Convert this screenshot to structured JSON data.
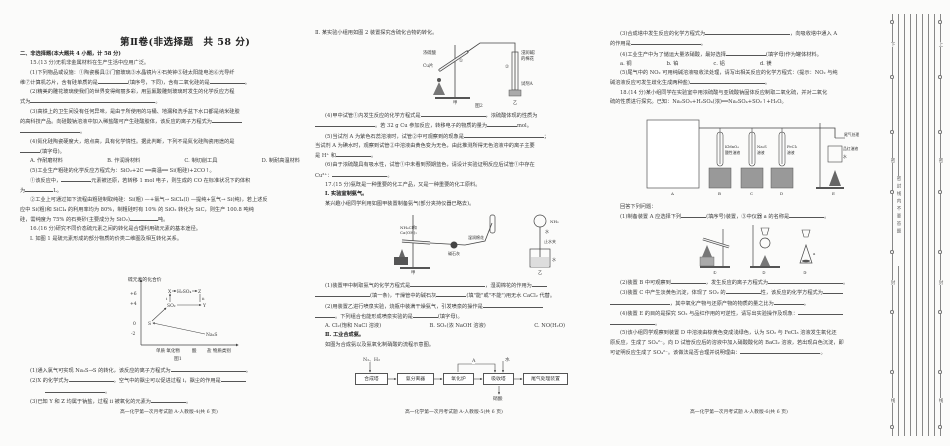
{
  "page4": {
    "section_title": "第Ⅱ卷(非选择题　共 58 分)",
    "section_heading": "二、非选择题(本大题共 4 小题，计 58 分)",
    "q15": {
      "stem": "15.(13 分)无机非金属材料在生产生活中应用广泛。",
      "p1_line1": "(1)下列物品或设施：①陶瓷餐具②门窗玻璃③水晶镜片④石英钟⑤硅太阳能电池⑥光导纤",
      "p1_line2a": "维⑦计算机芯片，含有硅单质的是",
      "p1_line2b": "(填序号，下同)，含有二氧化硅的是",
      "p2_line1": "(2)精美的雕花玻璃使我们的世界变得绚丽多彩，用氢氟酸雕刻玻璃时发生的化学反应方程",
      "p2_line2": "式为",
      "p3_line1": "(3)高铁上的卫生间没有任何异味，是由于所使用的马桶、地漏和洗手盆下水口都是纳米硅胶",
      "p3_line2": "的高科技产品。向硅酸钠溶液中加入稀盐酸可产生硅酸胶体，该反应的离子方程式为",
      "p4_line1": "(4)氮化硅陶瓷硬度大，熔点高，具有化学惰性。据此判断，下列不是氮化硅陶瓷用途的是",
      "p4_line2": "(填字母)。",
      "p4_options": [
        "A. 作耐磨材料",
        "B. 作润滑材料",
        "C. 制切削工具",
        "D. 制耐高温材料"
      ],
      "p5_line1": "(5)工业生产粗硅的化学反应方程式为：SiO₂+2C ══高温══ Si(粗硅)+2CO↑。",
      "p5_sub1_a": "①该反应中，",
      "p5_sub1_b": "元素被还原，若转移 1 mol 电子，则生成的 CO 在标准状况下的体积",
      "p5_sub1_c": "为",
      "p5_sub1_d": "L。",
      "p5_sub2_line1": "②工业上可通过如下流程由粗硅制取纯硅：Si(粗) —+氯气→ SiCl₄(l) —提纯+氢气→ Si(纯)，若上述反",
      "p5_sub2_line2": "应中 Si(粗)和 SiCl₄ 的利用率均为 80%，制粗硅时有 10% 的 SiO₂ 转化为 SiC，则生产 100.8 吨纯",
      "p5_sub2_line3a": "硅，需纯度为 75% 的石英砂(主要成分为 SiO₂)",
      "p5_sub2_line3b": "吨。"
    },
    "q16": {
      "stem": "16.(16 分)研究不同价态硫元素之间的转化是合理利用硫元素的基本途径。",
      "part1": "Ⅰ. 如图 1 是硫元素形成的部分物质的价类二维图及相互转化关系。",
      "p1": "(1)通入氯气可实现 Na₂S→S 的转化，该反应的离子方程式为",
      "p2a": "(2)X 的化学式为",
      "p2b": "。空气中的飘尘可以促进过程 i，飘尘的作用是",
      "p3": "(3)已知 Y 和 Z 均属于钠盐，过程 ii 被氧化的元素为"
    },
    "footer": "高一化学第一次月考试题 A-人教版-4(共 6 页)"
  },
  "chart_data": {
    "type": "scatter",
    "title": "图1",
    "ylabel": "硫元素的化合价",
    "xlabel": "物质类别",
    "categories": [
      "单质",
      "氧化物",
      "酸",
      "盐"
    ],
    "y_ticks": [
      -2,
      0,
      4,
      6
    ],
    "points": [
      {
        "label": "S",
        "x": "单质",
        "y": 0
      },
      {
        "label": "SO₂",
        "x": "氧化物",
        "y": 4
      },
      {
        "label": "X",
        "x": "氧化物",
        "y": 6
      },
      {
        "label": "H₂SO₄",
        "x": "酸",
        "y": 6
      },
      {
        "label": "Y",
        "x": "盐",
        "y": 4
      },
      {
        "label": "Z",
        "x": "盐",
        "y": 6
      },
      {
        "label": "Na₂S",
        "x": "盐",
        "y": -2
      }
    ],
    "arrows": [
      {
        "from": "Na₂S",
        "to": "S"
      },
      {
        "from": "S",
        "to": "SO₂"
      },
      {
        "from": "SO₂",
        "to": "X",
        "label": "i"
      },
      {
        "from": "X",
        "to": "H₂SO₄"
      },
      {
        "from": "H₂SO₄",
        "to": "Z"
      },
      {
        "from": "SO₂",
        "to": "Y"
      },
      {
        "from": "Y",
        "to": "Z",
        "label": "ii"
      }
    ]
  },
  "page5": {
    "part2": "Ⅱ. 某实验小组用如图 2 装置探究含硫化合物的转化。",
    "fig2": {
      "labels": {
        "acid": "浓硫酸",
        "cu": "Cu 片",
        "tube1": "①",
        "tube2": "②",
        "cotton": "浸润碱液的棉花",
        "reagent": "试剂A",
        "jia": "甲",
        "yi": "乙"
      },
      "caption": "图2"
    },
    "q16_4a": "(4)甲中试管①内发生反应的化学方程式是",
    "q16_4b": "，浓硫酸体现的性质为",
    "q16_4c": "。若 32 g Cu 参加反应，转移电子的物质的量为",
    "q16_4d": "mol。",
    "q16_5a": "(5)当试剂 A 为紫色石蕊溶液时，试管②中可观察到的现象是",
    "q16_5b": "当试剂 A 为碘水时，观察到试管②中溶液由黄色变为无色，由此推测所得无色溶液中的离子主要",
    "q16_5c": "是 H⁺ 和",
    "q16_6a": "(6)由于浓硫酸具有吸水性，试管①中未看到预期蓝色，请设计实验证明反应后试管①中存在",
    "q16_6b": "Cu²⁺：",
    "q17_stem": "17.(15 分)氨既是一种重要的化工产品，又是一种重要的化工原料。",
    "q17_part1": "Ⅰ. 实验室制氨气。",
    "q17_intro": "某兴趣小组同学利用如图甲装置制备氨气(部分夹持仪器已略去)。",
    "fig_nh3": {
      "reagents": "NH₄Cl 和 Ca(OH)₂",
      "cotton": "湿润棉花",
      "lime": "碱石灰",
      "nh3": "NH₃",
      "water_top": "水",
      "clip": "止水夹",
      "water_bottom": "水",
      "jia": "甲",
      "yi": "乙"
    },
    "q17_1a": "(1)装置甲中制取氨气的化学方程式是",
    "q17_1b": "，湿润棉花的作用为",
    "q17_1c": "(填一条)，干燥管中的碱石灰",
    "q17_1d": "(填\"能\"或\"不能\")用无水 CaCl₂ 代替。",
    "q17_2a": "(2)用装置乙进行喷泉实验，烧瓶中装满干燥氨气，引发喷泉的操作是",
    "q17_2b": "。下列组合也能形成喷泉实验的是",
    "q17_2c": "(填字母)。",
    "q17_2_options": [
      "A. Cl₂(饱和 NaCl 溶液)",
      "B. SO₂(浓 NaOH 溶液)",
      "C. NO(H₂O)"
    ],
    "q17_part2": "Ⅱ. 工业合成氨。",
    "q17_flow_intro": "如图为合成氨以及氨氧化制硝酸的流程示意图。",
    "flow": {
      "input": "N₂、H₂",
      "boxes": [
        "合成塔",
        "氨分离器",
        "氧化炉",
        "吸收塔",
        "尾气处理装置"
      ],
      "a_label": "A",
      "water": "水",
      "output": "硝酸"
    },
    "footer": "高一化学第一次月考试题 A-人教版-5(共 6 页)"
  },
  "page6": {
    "q17_3a": "(3)合成塔中发生反应的化学方程式为",
    "q17_3b": "，向吸收塔中通入 A",
    "q17_3c": "的作用是",
    "q17_4a": "(4)工业生产中为了储运大量浓硝酸，最好选择",
    "q17_4b": "(填字母)作为罐体材料。",
    "q17_4_options": [
      "a. 铜",
      "b. 铂",
      "c. 铝",
      "d. 镁"
    ],
    "q17_5a": "(5)尾气中的 NO₂ 可用纯碱溶液吸收法处理，请写出相关反应的化学方程式：(提示：NO₂ 与纯",
    "q17_5b": "碱溶液反应可发生歧化生成两种盐)",
    "q18_stem1": "18.(14 分)某小组同学在实验室中用浓硫酸与亚硫酸钠固体反应制取二氧化硫，并对二氧化",
    "q18_stem2": "硫的性质进行探究。已知：Na₂SO₃+H₂SO₄(浓)══Na₂SO₄+SO₂↑+H₂O。",
    "apparatus": {
      "tubes": [
        {
          "id": "B",
          "label1": "KMnO₄",
          "label2": "酸性溶液"
        },
        {
          "id": "C",
          "label1": "Na₂S",
          "label2": "溶液"
        },
        {
          "id": "D",
          "label1": "FeCl₃",
          "label2": "溶液"
        }
      ],
      "a_id": "A",
      "e_id": "E",
      "tail": "尾气处理",
      "pinhong": "品红溶液",
      "water": "水"
    },
    "answer_intro": "回答下列问题：",
    "q18_1a": "(1)制备装置 A 应选择下列",
    "q18_1b": "(填序号)装置，③中仪器 a 的名称是",
    "setups": [
      "①",
      "②",
      "③"
    ],
    "setup_a": "a",
    "q18_2a": "(2)装置 B 中可观察到",
    "q18_2b": "，发生反应的离子方程式为",
    "q18_3a": "(3)装置 C 中产生淡黄色沉淀，体现了 SO₂ 的",
    "q18_3b": "性，该反应的化学方程式为",
    "q18_3c": "，其中氧化产物与还原产物的物质的量之比为",
    "q18_4a": "(4)装置 E 的目的是探究 SO₂ 与品红作用的可逆性，请写出实验操作及现象：",
    "q18_5a": "(5)该小组同学观察到装置 D 中溶液由棕黄色变成浅绿色，认为 SO₂ 与 FeCl₃ 溶液发生氧化还",
    "q18_5b": "原反应，生成了 SO₄²⁻。向 D 试管反应后的溶液中加入硝酸酸化的 BaCl₂ 溶液，若出现白色沉淀，即",
    "q18_5c": "可证明反应生成了 SO₄²⁻。该做法是否合理并说明理由：",
    "footer": "高一化学第一次月考试题 A-人教版-6(共 6 页)"
  },
  "binding": {
    "outer_marks": [
      "下",
      "密",
      "封",
      "线"
    ],
    "inner_marks": [
      "上",
      "密",
      "封",
      "线"
    ],
    "notice": "密封线内不要答题",
    "left_marks": [
      "A",
      "考",
      "化",
      "一",
      "一",
      "姓",
      "号"
    ]
  }
}
